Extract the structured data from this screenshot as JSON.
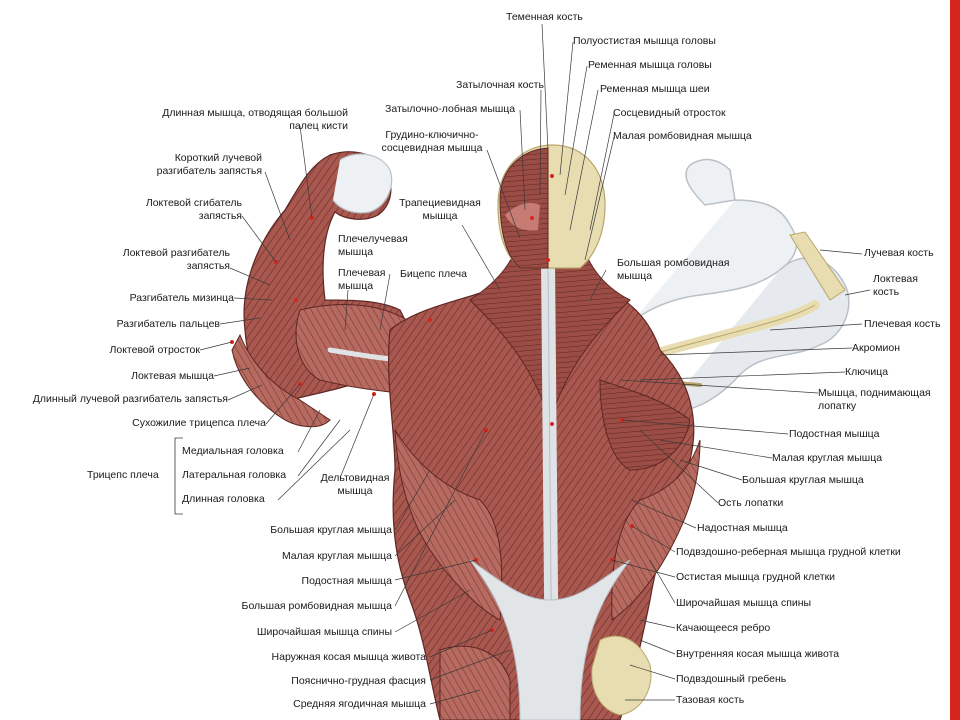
{
  "slide": {
    "accent_color": "#d8241f",
    "muscle_color": "#a8584f",
    "bone_color": "#e8ddb0",
    "tendon_color": "#dfe3e6"
  },
  "labels_top": [
    "Теменная кость",
    "Полуостистая мышца головы",
    "Ременная мышца головы",
    "Затылочная кость",
    "Ременная мышца шеи",
    "Затылочно-лобная мышца",
    "Сосцевидный отросток",
    "Малая ромбовидная мышца"
  ],
  "labels_left": [
    "Длинная мышца, отводящая большой палец кисти",
    "Короткий лучевой разгибатель запястья",
    "Локтевой сгибатель запястья",
    "Локтевой разгибатель запястья",
    "Разгибатель мизинца",
    "Разгибатель пальцев",
    "Локтевой отросток",
    "Локтевая мышца",
    "Длинный лучевой разгибатель запястья",
    "Сухожилие трицепса плеча"
  ],
  "triceps": {
    "group": "Трицепс плеча",
    "heads": [
      "Медиальная головка",
      "Латеральная головка",
      "Длинная головка"
    ]
  },
  "labels_center": [
    "Грудино-ключично-сосцевидная мышца",
    "Трапециевидная мышца",
    "Плечелучевая мышца",
    "Плечевая мышца",
    "Бицепс плеча",
    "Дельтовидная мышца"
  ],
  "labels_center_bottom": [
    "Большая круглая мышца",
    "Малая круглая мышца",
    "Подостная мышца",
    "Большая ромбовидная мышца",
    "Широчайшая мышца спины",
    "Наружная косая мышца живота",
    "Пояснично-грудная фасция",
    "Средняя ягодичная мышца"
  ],
  "labels_right": [
    "Большая ромбовидная мышца",
    "Лучевая кость",
    "Локтевая кость",
    "Плечевая кость",
    "Акромион",
    "Ключица",
    "Мышца, поднимающая лопатку",
    "Подостная мышца",
    "Малая круглая мышца",
    "Большая круглая мышца",
    "Ость лопатки",
    "Надостная мышца",
    "Подвздошно-реберная мышца грудной клетки",
    "Остистая мышца грудной клетки",
    "Широчайшая мышца спины",
    "Качающееся ребро",
    "Внутренняя косая мышца живота",
    "Подвздошный гребень",
    "Тазовая кость"
  ]
}
